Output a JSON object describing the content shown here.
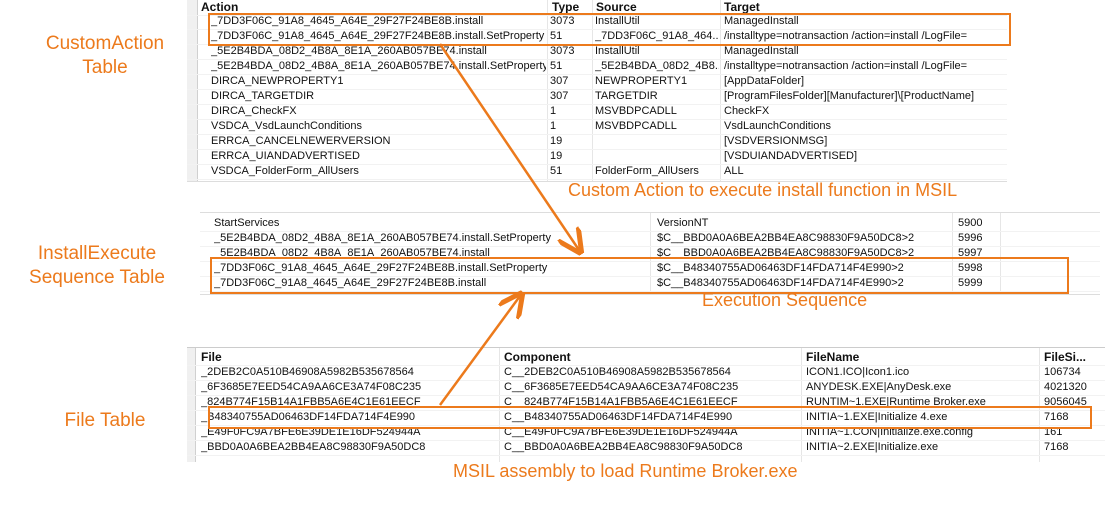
{
  "labels": {
    "custom_action": [
      "CustomAction",
      "Table"
    ],
    "install_exec": [
      "InstallExecute",
      "Sequence Table"
    ],
    "file": "File Table"
  },
  "captions": {
    "custom": "Custom Action to execute install function in MSIL",
    "exec": "Execution Sequence",
    "msil": "MSIL assembly to load Runtime Broker.exe"
  },
  "accent": "#ec7a1c",
  "custom_action": {
    "headers": [
      "Action",
      "Type",
      "Source",
      "Target"
    ],
    "rows": [
      [
        "_7DD3F06C_91A8_4645_A64E_29F27F24BE8B.install",
        "3073",
        "InstallUtil",
        "ManagedInstall"
      ],
      [
        "_7DD3F06C_91A8_4645_A64E_29F27F24BE8B.install.SetProperty",
        "51",
        "_7DD3F06C_91A8_464...",
        "/installtype=notransaction /action=install /LogFile="
      ],
      [
        "_5E2B4BDA_08D2_4B8A_8E1A_260AB057BE74.install",
        "3073",
        "InstallUtil",
        "ManagedInstall"
      ],
      [
        "_5E2B4BDA_08D2_4B8A_8E1A_260AB057BE74.install.SetProperty",
        "51",
        "_5E2B4BDA_08D2_4B8...",
        "/installtype=notransaction /action=install /LogFile="
      ],
      [
        "DIRCA_NEWPROPERTY1",
        "307",
        "NEWPROPERTY1",
        "[AppDataFolder]"
      ],
      [
        "DIRCA_TARGETDIR",
        "307",
        "TARGETDIR",
        "[ProgramFilesFolder][Manufacturer]\\[ProductName]"
      ],
      [
        "DIRCA_CheckFX",
        "1",
        "MSVBDPCADLL",
        "CheckFX"
      ],
      [
        "VSDCA_VsdLaunchConditions",
        "1",
        "MSVBDPCADLL",
        "VsdLaunchConditions"
      ],
      [
        "ERRCA_CANCELNEWERVERSION",
        "19",
        "",
        "[VSDVERSIONMSG]"
      ],
      [
        "ERRCA_UIANDADVERTISED",
        "19",
        "",
        "[VSDUIANDADVERTISED]"
      ],
      [
        "VSDCA_FolderForm_AllUsers",
        "51",
        "FolderForm_AllUsers",
        "ALL"
      ]
    ]
  },
  "install_exec": {
    "rows": [
      [
        "StartServices",
        "VersionNT",
        "5900"
      ],
      [
        "_5E2B4BDA_08D2_4B8A_8E1A_260AB057BE74.install.SetProperty",
        "$C__BBD0A0A6BEA2BB4EA8C98830F9A50DC8>2",
        "5996"
      ],
      [
        "_5E2B4BDA_08D2_4B8A_8E1A_260AB057BE74.install",
        "$C__BBD0A0A6BEA2BB4EA8C98830F9A50DC8>2",
        "5997"
      ],
      [
        "_7DD3F06C_91A8_4645_A64E_29F27F24BE8B.install.SetProperty",
        "$C__B48340755AD06463DF14FDA714F4E990>2",
        "5998"
      ],
      [
        "_7DD3F06C_91A8_4645_A64E_29F27F24BE8B.install",
        "$C__B48340755AD06463DF14FDA714F4E990>2",
        "5999"
      ]
    ]
  },
  "file_table": {
    "headers": [
      "File",
      "Component",
      "FileName",
      "FileSi..."
    ],
    "rows": [
      [
        "_2DEB2C0A510B46908A5982B535678564",
        "C__2DEB2C0A510B46908A5982B535678564",
        "ICON1.ICO|Icon1.ico",
        "106734"
      ],
      [
        "_6F3685E7EED54CA9AA6CE3A74F08C235",
        "C__6F3685E7EED54CA9AA6CE3A74F08C235",
        "ANYDESK.EXE|AnyDesk.exe",
        "4021320"
      ],
      [
        "_824B774F15B14A1FBB5A6E4C1E61EECF",
        "C__824B774F15B14A1FBB5A6E4C1E61EECF",
        "RUNTIM~1.EXE|Runtime Broker.exe",
        "9056045"
      ],
      [
        "_B48340755AD06463DF14FDA714F4E990",
        "C__B48340755AD06463DF14FDA714F4E990",
        "INITIA~1.EXE|Initialize 4.exe",
        "7168"
      ],
      [
        "_E49F0FC9A7BFE6E39DE1E16DF524944A",
        "C__E49F0FC9A7BFE6E39DE1E16DF524944A",
        "INITIA~1.CON|Initialize.exe.config",
        "161"
      ],
      [
        "_BBD0A0A6BEA2BB4EA8C98830F9A50DC8",
        "C__BBD0A0A6BEA2BB4EA8C98830F9A50DC8",
        "INITIA~2.EXE|Initialize.exe",
        "7168"
      ]
    ]
  }
}
